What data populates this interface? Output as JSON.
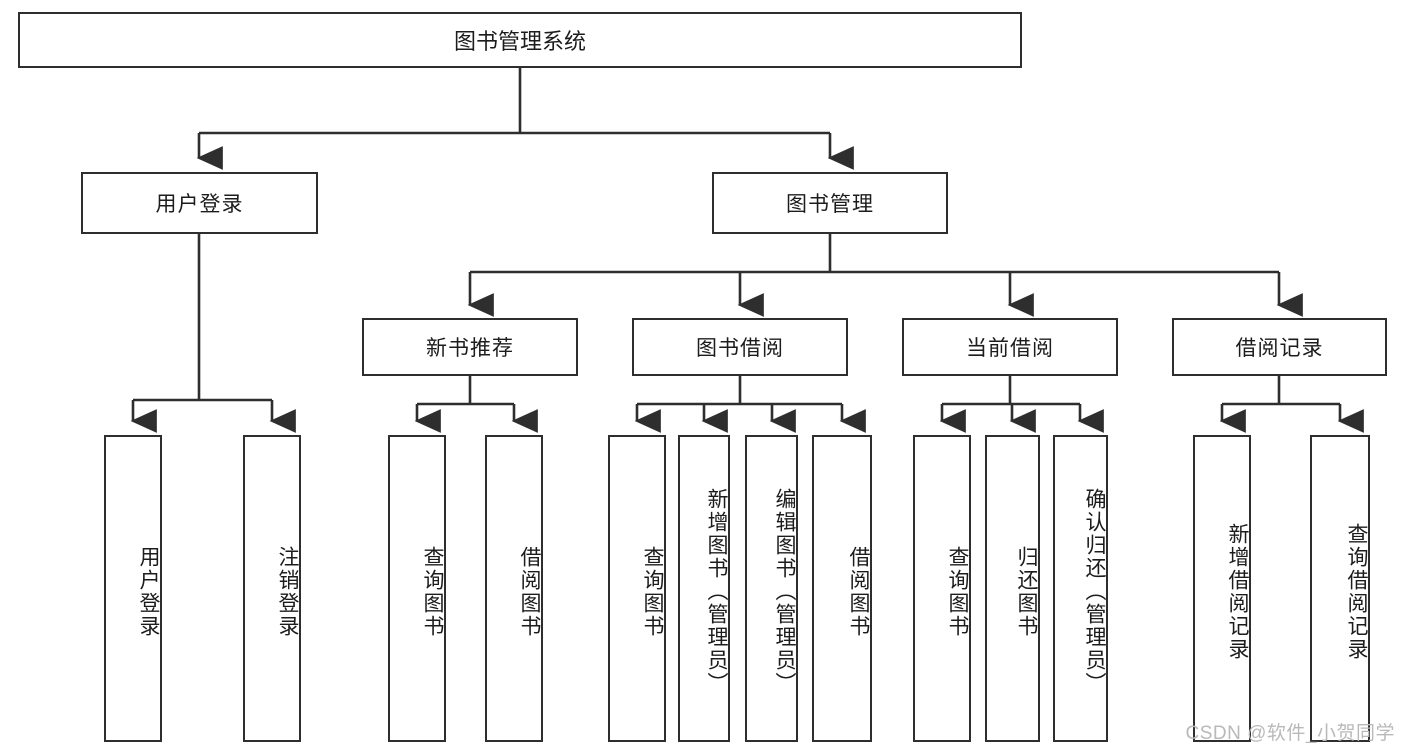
{
  "diagram": {
    "title": "图书管理系统",
    "type": "tree-hierarchy",
    "watermark": "CSDN @软件_小贺同学",
    "colors": {
      "stroke": "#2e2e2e",
      "fill": "#ffffff",
      "text": "#1c1c1c",
      "watermark": "#b9b9b9"
    },
    "root": {
      "label": "图书管理系统"
    },
    "level1": [
      {
        "id": "user-login",
        "label": "用户登录"
      },
      {
        "id": "book-manage",
        "label": "图书管理"
      }
    ],
    "level2": [
      {
        "id": "new-book-recommend",
        "label": "新书推荐",
        "parent": "book-manage"
      },
      {
        "id": "book-borrow",
        "label": "图书借阅",
        "parent": "book-manage"
      },
      {
        "id": "current-borrow",
        "label": "当前借阅",
        "parent": "book-manage"
      },
      {
        "id": "borrow-record",
        "label": "借阅记录",
        "parent": "book-manage"
      }
    ],
    "leaves": [
      {
        "id": "leaf-user-login",
        "label": "用户登录",
        "parent": "user-login"
      },
      {
        "id": "leaf-logout",
        "label": "注销登录",
        "parent": "user-login"
      },
      {
        "id": "leaf-query-book-1",
        "label": "查询图书",
        "parent": "new-book-recommend"
      },
      {
        "id": "leaf-borrow-book-1",
        "label": "借阅图书",
        "parent": "new-book-recommend"
      },
      {
        "id": "leaf-query-book-2",
        "label": "查询图书",
        "parent": "book-borrow"
      },
      {
        "id": "leaf-add-book",
        "label": "新增图书（管理员）",
        "parent": "book-borrow"
      },
      {
        "id": "leaf-edit-book",
        "label": "编辑图书（管理员）",
        "parent": "book-borrow"
      },
      {
        "id": "leaf-borrow-book-2",
        "label": "借阅图书",
        "parent": "book-borrow"
      },
      {
        "id": "leaf-query-book-3",
        "label": "查询图书",
        "parent": "current-borrow"
      },
      {
        "id": "leaf-return-book",
        "label": "归还图书",
        "parent": "current-borrow"
      },
      {
        "id": "leaf-confirm-return",
        "label": "确认归还（管理员）",
        "parent": "current-borrow"
      },
      {
        "id": "leaf-add-record",
        "label": "新增借阅记录",
        "parent": "borrow-record"
      },
      {
        "id": "leaf-query-record",
        "label": "查询借阅记录",
        "parent": "borrow-record"
      }
    ]
  }
}
